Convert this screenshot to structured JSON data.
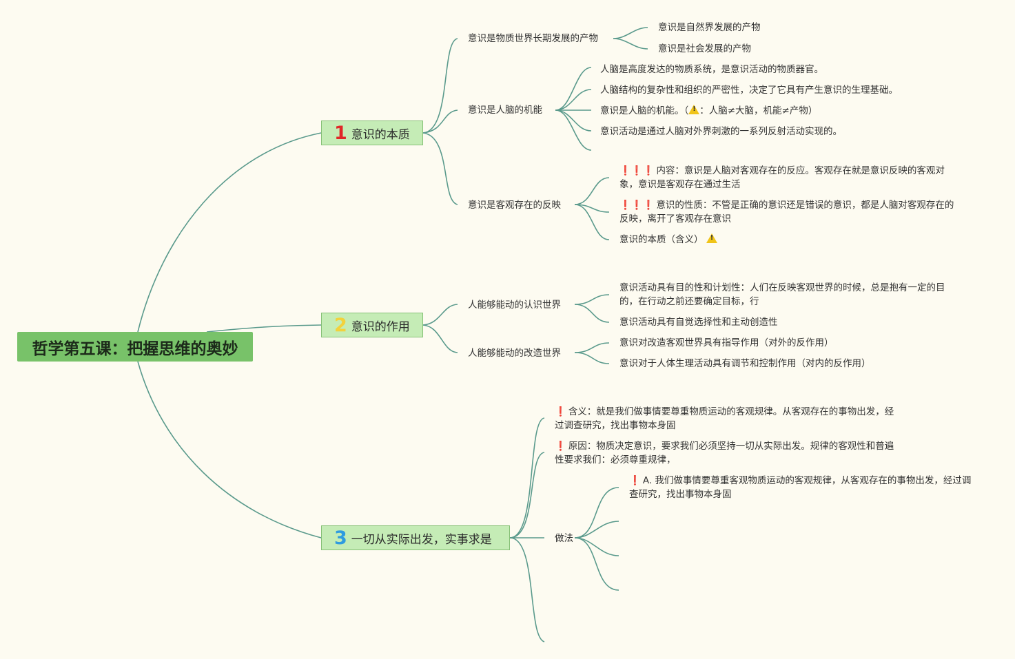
{
  "root": {
    "title": "哲学第五课：把握思维的奥妙"
  },
  "branches": [
    {
      "num": "1",
      "label": "意识的本质",
      "topics": [
        {
          "label": "意识是物质世界长期发展的产物",
          "items": [
            "意识是自然界发展的产物",
            "意识是社会发展的产物"
          ]
        },
        {
          "label": "意识是人脑的机能",
          "items": [
            "人脑是高度发达的物质系统，是意识活动的物质器官。",
            "人脑结构的复杂性和组织的严密性，决定了它具有产生意识的生理基础。",
            "意识是人脑的机能。（",
            "：人脑≠大脑，机能≠产物）",
            "意识活动是通过人脑对外界刺激的一系列反射活动实现的。"
          ]
        },
        {
          "label": "意识是客观存在的反映",
          "items": [
            "❗❗❗",
            "内容：意识是人脑对客观存在的反应。客观存在就是意识反映的客观对象，意识是客观存在通过生活",
            "意识的性质：不管是正确的意识还是错误的意识，都是人脑对客观存在的反映，离开了客观存在意识",
            "意识的本质（含义）"
          ]
        }
      ]
    },
    {
      "num": "2",
      "label": "意识的作用",
      "topics": [
        {
          "label": "人能够能动的认识世界",
          "items": [
            "意识活动具有目的性和计划性：人们在反映客观世界的时候，总是抱有一定的目的，在行动之前还要确定目标，行",
            "意识活动具有自觉选择性和主动创造性"
          ]
        },
        {
          "label": "人能够能动的改造世界",
          "items": [
            "意识对改造客观世界具有指导作用（对外的反作用）",
            "意识对于人体生理活动具有调节和控制作用（对内的反作用）"
          ]
        }
      ]
    },
    {
      "num": "3",
      "label": "一切从实际出发，实事求是",
      "topics": [
        {
          "label": "❗",
          "items": [
            "含义：就是我们做事情要尊重物质运动的客观规律。从客观存在的事物出发，经过调查研究，找出事物本身固",
            "原因：物质决定意识，要求我们必须坚持一切从实际出发。规律的客观性和普遍性要求我们：必须尊重规律，"
          ]
        },
        {
          "label": "做法",
          "items": [
            "A. 我们做事情要尊重客观物质运动的客观规律，从客观存在的事物出发，经过调查研究，找出事物本身固"
          ]
        }
      ]
    }
  ],
  "colors": {
    "background": "#fdfbf1",
    "link": "#5a9a8c",
    "root": "#78c269",
    "branch": "#c5ecb6",
    "exclaim": "#e0202a",
    "warning": "#f0c419"
  },
  "icons": {
    "exclaim": "exclamation-icon",
    "warning": "warning-triangle-icon"
  }
}
